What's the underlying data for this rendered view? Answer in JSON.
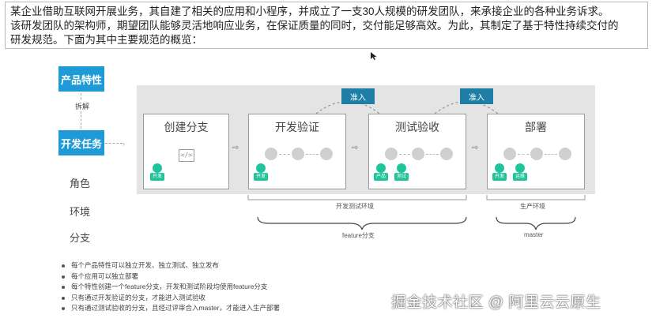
{
  "intro": {
    "line1": "某企业借助互联网开展业务，其自建了相关的应用和小程序，并成立了一支30人规模的研发团队，来承接企业的各种业务诉求。",
    "line2": "该研发团队的架构师，期望团队能够灵活地响应业务，在保证质量的同时，交付能足够高效。为此，其制定了基于特性持续交付的",
    "line3": "研发规范。下面为其中主要规范的概览："
  },
  "diagram": {
    "product_feature": "产品特性",
    "split": "拆解",
    "dev_task": "开发任务",
    "rows": {
      "role": "角色",
      "env": "环境",
      "branch": "分支"
    },
    "phases": [
      {
        "title": "创建分支",
        "roles": [
          "开发"
        ]
      },
      {
        "title": "开发验证",
        "roles": [
          "开发"
        ]
      },
      {
        "title": "测试验收",
        "roles": [
          "产品",
          "测试"
        ]
      },
      {
        "title": "部署",
        "roles": [
          "开发",
          "运维"
        ]
      }
    ],
    "gate_label": "准入",
    "env_dev_test": "开发测试环境",
    "env_prod": "生产环境",
    "branch_feature": "feature分支",
    "branch_master": "master"
  },
  "bullets": [
    "每个产品特性可以独立开发、独立测试、独立发布",
    "每个应用可以独立部署",
    "每个特性创建一个feature分支，开发和测试阶段均使用feature分支",
    "只有通过开发验证的分支，才能进入测试验收",
    "只有通过测试验收的分支，且经过评审合入master，才能进入生产部署"
  ],
  "watermark": "掘金技术社区 @ 阿里云云原生",
  "colors": {
    "blue": "#1e9bd7",
    "gate": "#1e7ea3",
    "role": "#1fc49a"
  }
}
